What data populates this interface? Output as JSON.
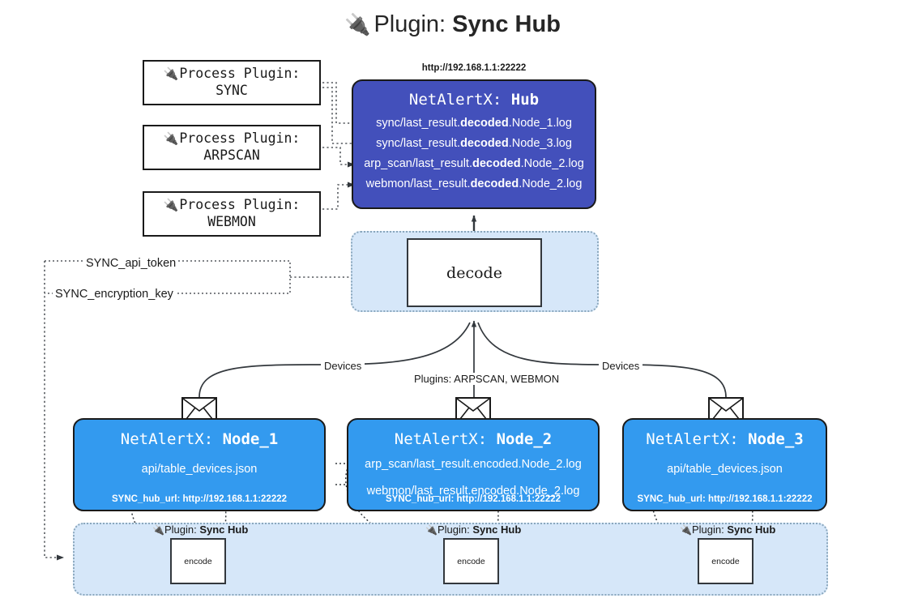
{
  "title": {
    "icon": "plug-icon",
    "prefix": "Plugin: ",
    "name": "Sync Hub"
  },
  "process_plugins": [
    {
      "icon": "plug-icon",
      "line1": "Process Plugin:",
      "line2": "SYNC"
    },
    {
      "icon": "plug-icon",
      "line1": "Process Plugin:",
      "line2": "ARPSCAN"
    },
    {
      "icon": "plug-icon",
      "line1": "Process Plugin:",
      "line2": "WEBMON"
    }
  ],
  "hub": {
    "url": "http://192.168.1.1:22222",
    "title_prefix": "NetAlertX: ",
    "title_name": "Hub",
    "logs": [
      {
        "pre": "sync/last_result.",
        "strong": "decoded",
        "post": ".Node_1.log"
      },
      {
        "pre": "sync/last_result.",
        "strong": "decoded",
        "post": ".Node_3.log"
      },
      {
        "pre": "arp_scan/last_result.",
        "strong": "decoded",
        "post": ".Node_2.log"
      },
      {
        "pre": "webmon/last_result.",
        "strong": "decoded",
        "post": ".Node_2.log"
      }
    ],
    "background_color": "#4350BB",
    "text_color": "#FFFFFF"
  },
  "decode": {
    "label": "decode",
    "panel_color": "#D6E7F9"
  },
  "keys": {
    "api_token": "SYNC_api_token",
    "encryption_key": "SYNC_encryption_key"
  },
  "edge_labels": {
    "devices_left": "Devices",
    "devices_right": "Devices",
    "plugins_middle": "Plugins: ARPSCAN, WEBMON"
  },
  "nodes": [
    {
      "title_prefix": "NetAlertX: ",
      "title_name": "Node_1",
      "lines": [
        "api/table_devices.json"
      ],
      "hub_url_label": "SYNC_hub_url: http://192.168.1.1:22222",
      "envelope_icon": "envelope-icon",
      "background_color": "#339AEF"
    },
    {
      "title_prefix": "NetAlertX: ",
      "title_name": "Node_2",
      "lines": [
        "arp_scan/last_result.encoded.Node_2.log",
        "webmon/last_result.encoded.Node_2.log"
      ],
      "hub_url_label": "SYNC_hub_url: http://192.168.1.1:22222",
      "envelope_icon": "envelope-icon",
      "background_color": "#339AEF"
    },
    {
      "title_prefix": "NetAlertX: ",
      "title_name": "Node_3",
      "lines": [
        "api/table_devices.json"
      ],
      "hub_url_label": "SYNC_hub_url: http://192.168.1.1:22222",
      "envelope_icon": "envelope-icon",
      "background_color": "#339AEF"
    }
  ],
  "encoders": [
    {
      "plugin_prefix": "Plugin: ",
      "plugin_name": "Sync Hub",
      "box_label": "encode"
    },
    {
      "plugin_prefix": "Plugin: ",
      "plugin_name": "Sync Hub",
      "box_label": "encode"
    },
    {
      "plugin_prefix": "Plugin: ",
      "plugin_name": "Sync Hub",
      "box_label": "encode"
    }
  ]
}
